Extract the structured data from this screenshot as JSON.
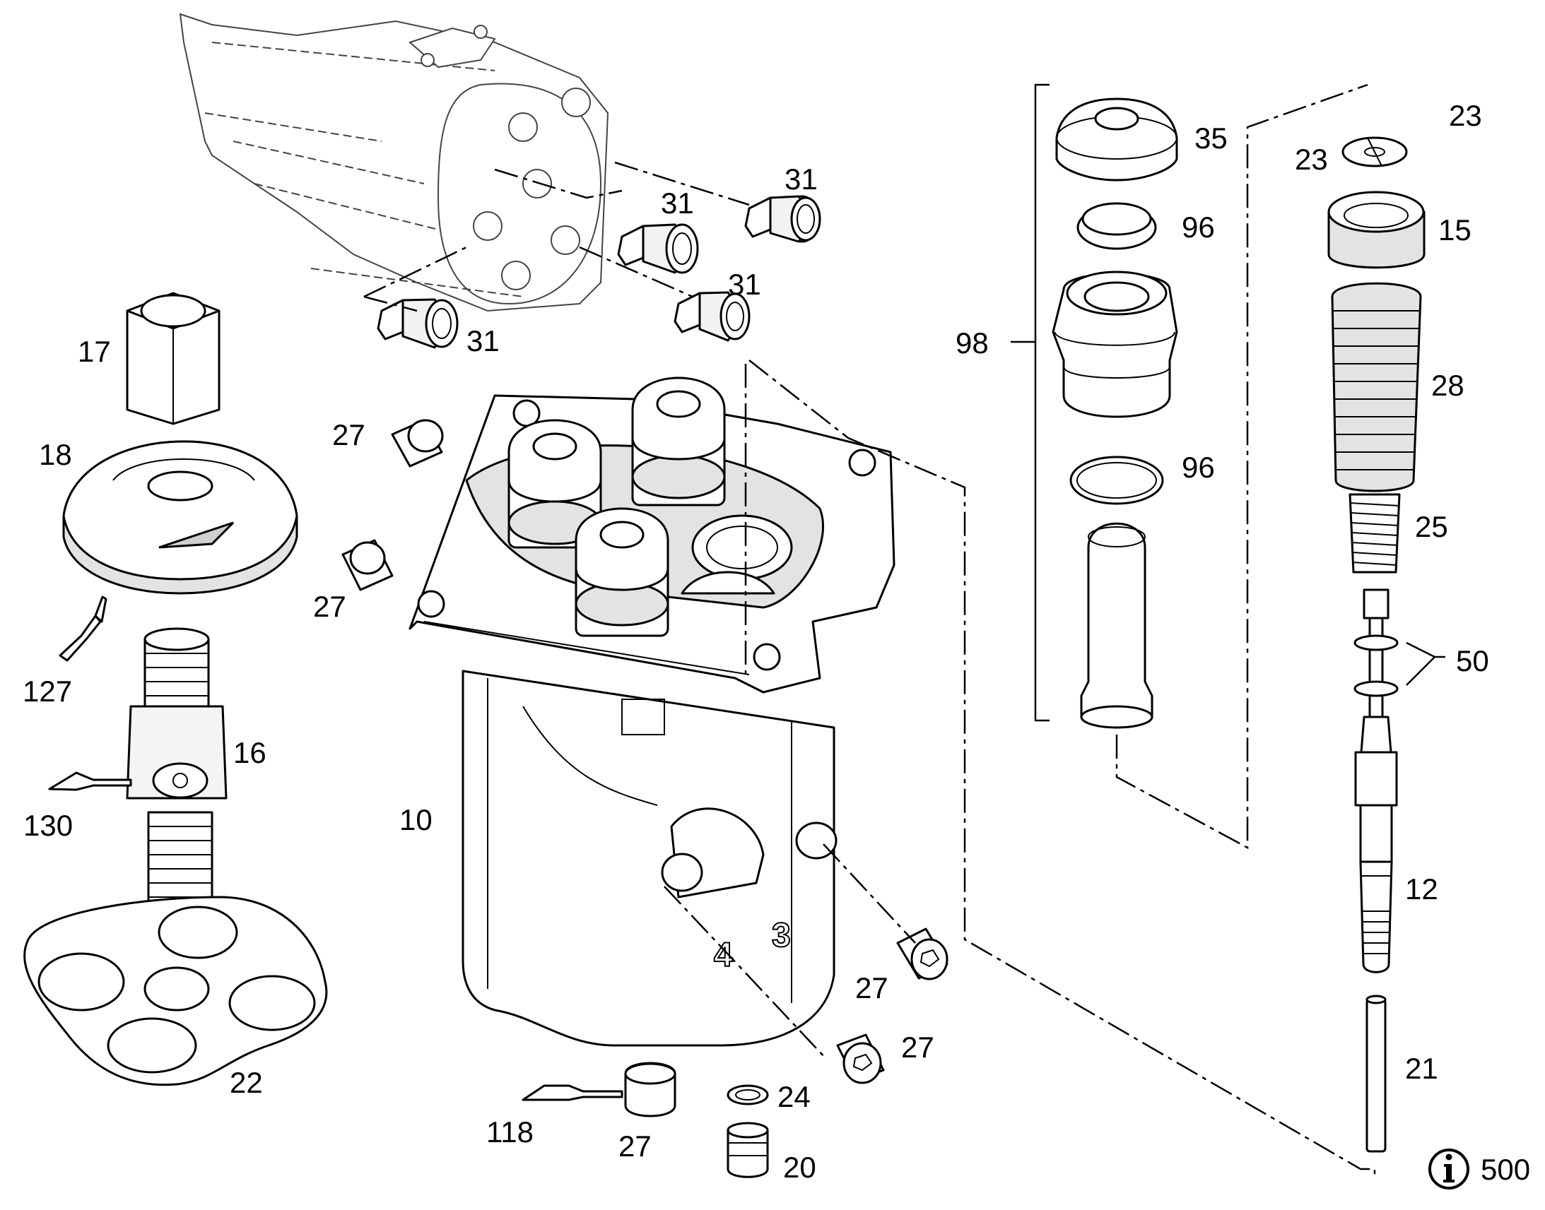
{
  "callouts": {
    "c31a": "31",
    "c31b": "31",
    "c31c": "31",
    "c31d": "31",
    "c17": "17",
    "c18": "18",
    "c127": "127",
    "c16": "16",
    "c130": "130",
    "c22": "22",
    "c10": "10",
    "c27a": "27",
    "c27b": "27",
    "c27c": "27",
    "c27d": "27",
    "c27e": "27",
    "c118": "118",
    "c24": "24",
    "c20": "20",
    "c98": "98",
    "c35": "35",
    "c96a": "96",
    "c96b": "96",
    "c23a": "23",
    "c23b": "23",
    "c15": "15",
    "c28": "28",
    "c25": "25",
    "c50": "50",
    "c12": "12",
    "c21": "21",
    "c500": "500"
  },
  "housing_marks": {
    "port4": "4",
    "port3": "3"
  },
  "icons": {
    "info": "info-icon"
  }
}
